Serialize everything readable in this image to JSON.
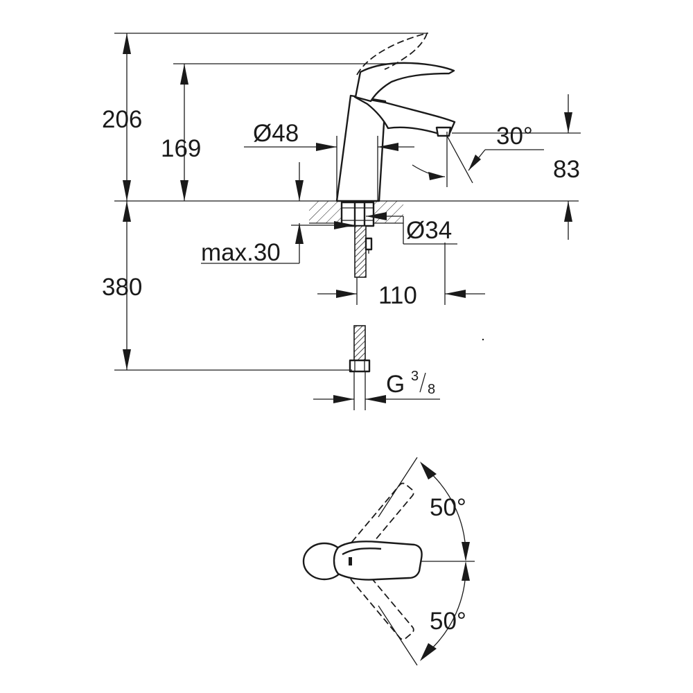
{
  "side_view": {
    "total_height": "206",
    "spout_height": "169",
    "body_diameter": "Ø48",
    "spout_angle": "30°",
    "spout_clearance": "83",
    "hole_diameter": "Ø34",
    "max_deck_thickness": "max.30",
    "hose_length": "380",
    "spout_reach": "110",
    "connection_prefix": "G",
    "connection_num": "3",
    "connection_den": "8"
  },
  "top_view": {
    "rotation_left": "50°",
    "rotation_right": "50°"
  }
}
